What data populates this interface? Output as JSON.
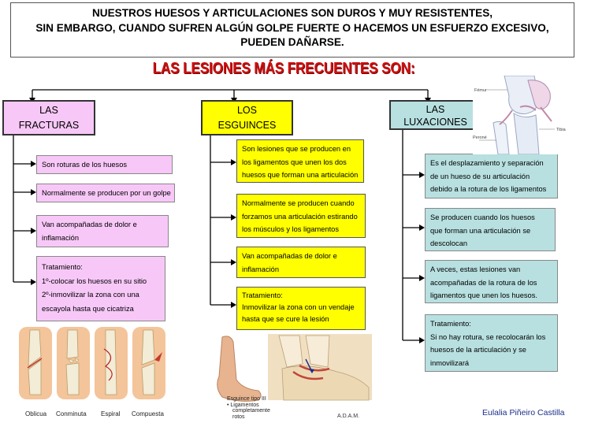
{
  "intro": {
    "lines": [
      "NUESTROS HUESOS Y ARTICULACIONES SON DUROS Y MUY RESISTENTES,",
      "SIN EMBARGO, CUANDO SUFREN ALGÚN GOLPE FUERTE O HACEMOS UN ESFUERZO EXCESIVO,",
      "PUEDEN DAÑARSE."
    ]
  },
  "headline": "LAS LESIONES MÁS FRECUENTES SON:",
  "fracturas": {
    "heading": [
      "LAS",
      "FRACTURAS"
    ],
    "items": [
      [
        "Son roturas de los huesos"
      ],
      [
        "Normalmente se producen por un golpe"
      ],
      [
        "Van acompañadas de dolor e",
        "inflamación"
      ],
      [
        "Tratamiento:",
        "1º-colocar los huesos en su sitio",
        "2º-inmovilizar la zona con una",
        "escayola hasta que cicatriza"
      ]
    ],
    "image_captions": [
      "Oblicua",
      "Conminuta",
      "Espiral",
      "Compuesta"
    ]
  },
  "esguinces": {
    "heading": [
      "LOS",
      "ESGUINCES"
    ],
    "items": [
      [
        "Son lesiones  que se producen en",
        "los ligamentos que unen los dos",
        "huesos que forman  una articulación"
      ],
      [
        "Normalmente se producen cuando",
        "forzamos una articulación estirando",
        "los músculos y los ligamentos"
      ],
      [
        "Van acompañadas de dolor e",
        "inflamación"
      ],
      [
        "Tratamiento:",
        "Inmovilizar la zona con un vendaje",
        "hasta que se cure la lesión"
      ]
    ],
    "image_caption": [
      "Esguince tipo III",
      "• Ligamentos",
      "completamente",
      "rotos"
    ],
    "image_credit": "A.D.A.M."
  },
  "luxaciones": {
    "heading": [
      "LAS",
      "LUXACIONES"
    ],
    "items": [
      [
        "Es el desplazamiento y separación",
        "de un hueso de su articulación",
        "debido a la rotura de los ligamentos"
      ],
      [
        "Se producen cuando los huesos",
        "que forman una articulación se",
        "descolocan"
      ],
      [
        "A veces, estas lesiones van",
        "acompañadas de la rotura de los",
        "ligamentos que unen los huesos."
      ],
      [
        "Tratamiento:",
        "Si no hay rotura, se recolocarán los",
        "huesos de la articulación y se",
        "inmovilizará"
      ]
    ],
    "knee_labels": [
      "Fémur",
      "Tibia",
      "Peroné"
    ]
  },
  "author": "Eulalia Piñeiro Castilla",
  "colors": {
    "headline": "#cc1111",
    "fracturas": "#f7c8f7",
    "esguinces": "#ffff00",
    "luxaciones": "#b8e0e0",
    "author": "#1a2f8a"
  }
}
